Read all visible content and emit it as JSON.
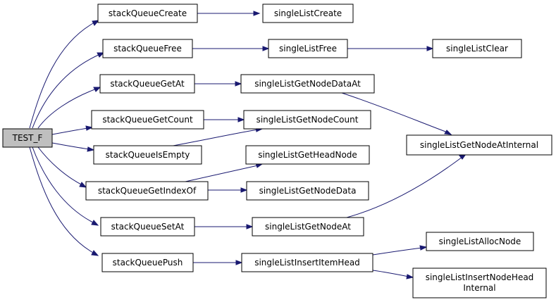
{
  "colors": {
    "edge": "#191970",
    "root_fill": "#bfbfbf",
    "node_fill": "#ffffff",
    "node_stroke": "#000000"
  },
  "nodes": {
    "test_f": {
      "label": "TEST_F"
    },
    "stackQueueCreate": {
      "label": "stackQueueCreate"
    },
    "stackQueueFree": {
      "label": "stackQueueFree"
    },
    "stackQueueGetAt": {
      "label": "stackQueueGetAt"
    },
    "stackQueueGetCount": {
      "label": "stackQueueGetCount"
    },
    "stackQueueIsEmpty": {
      "label": "stackQueueIsEmpty"
    },
    "stackQueueGetIndexOf": {
      "label": "stackQueueGetIndexOf"
    },
    "stackQueueSetAt": {
      "label": "stackQueueSetAt"
    },
    "stackQueuePush": {
      "label": "stackQueuePush"
    },
    "singleListCreate": {
      "label": "singleListCreate"
    },
    "singleListFree": {
      "label": "singleListFree"
    },
    "singleListClear": {
      "label": "singleListClear"
    },
    "singleListGetNodeDataAt": {
      "label": "singleListGetNodeDataAt"
    },
    "singleListGetNodeCount": {
      "label": "singleListGetNodeCount"
    },
    "singleListGetHeadNode": {
      "label": "singleListGetHeadNode"
    },
    "singleListGetNodeData": {
      "label": "singleListGetNodeData"
    },
    "singleListGetNodeAt": {
      "label": "singleListGetNodeAt"
    },
    "singleListInsertItemHead": {
      "label": "singleListInsertItemHead"
    },
    "singleListGetNodeAtInternal": {
      "label": "singleListGetNodeAtInternal"
    },
    "singleListAllocNode": {
      "label": "singleListAllocNode"
    },
    "singleListInsertNodeHeadInternal": {
      "label": "singleListInsertNodeHead",
      "label2": "Internal"
    }
  },
  "edges": [
    {
      "from": "test_f",
      "to": "stackQueueCreate"
    },
    {
      "from": "test_f",
      "to": "stackQueueFree"
    },
    {
      "from": "test_f",
      "to": "stackQueueGetAt"
    },
    {
      "from": "test_f",
      "to": "stackQueueGetCount"
    },
    {
      "from": "test_f",
      "to": "stackQueueIsEmpty"
    },
    {
      "from": "test_f",
      "to": "stackQueueGetIndexOf"
    },
    {
      "from": "test_f",
      "to": "stackQueueSetAt"
    },
    {
      "from": "test_f",
      "to": "stackQueuePush"
    },
    {
      "from": "stackQueueCreate",
      "to": "singleListCreate"
    },
    {
      "from": "stackQueueFree",
      "to": "singleListFree"
    },
    {
      "from": "singleListFree",
      "to": "singleListClear"
    },
    {
      "from": "stackQueueGetAt",
      "to": "singleListGetNodeDataAt"
    },
    {
      "from": "singleListGetNodeDataAt",
      "to": "singleListGetNodeAtInternal"
    },
    {
      "from": "stackQueueGetCount",
      "to": "singleListGetNodeCount"
    },
    {
      "from": "stackQueueIsEmpty",
      "to": "singleListGetNodeCount"
    },
    {
      "from": "stackQueueGetIndexOf",
      "to": "singleListGetHeadNode"
    },
    {
      "from": "stackQueueGetIndexOf",
      "to": "singleListGetNodeData"
    },
    {
      "from": "stackQueueSetAt",
      "to": "singleListGetNodeAt"
    },
    {
      "from": "singleListGetNodeAt",
      "to": "singleListGetNodeAtInternal"
    },
    {
      "from": "stackQueuePush",
      "to": "singleListInsertItemHead"
    },
    {
      "from": "singleListInsertItemHead",
      "to": "singleListAllocNode"
    },
    {
      "from": "singleListInsertItemHead",
      "to": "singleListInsertNodeHeadInternal"
    }
  ]
}
